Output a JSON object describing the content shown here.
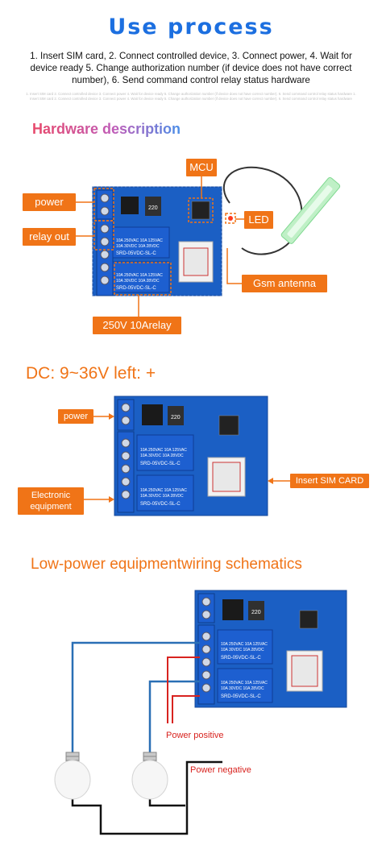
{
  "header": {
    "title": "Use process",
    "steps_text": "1. Insert SIM card, 2. Connect controlled device, 3. Connect power, 4. Wait for device ready 5. Change authorization number (if device does not have correct number), 6. Send command control relay status hardware",
    "faint_text": "1. Insert SIM card 2. Connect controlled device 3. Connect power 4. Wait for device ready 5. Change authorization number (if device does not have correct number). 6. Send command control relay status hardware 1. Insert SIM card 2. Connect controlled device 3. Connect power 4. Wait for device ready 5. Change authorization number (if device does not have correct number). 6. Send command control relay status hardware"
  },
  "hardware": {
    "heading": "Hardware description",
    "labels": {
      "mcu": "MCU",
      "power": "power",
      "relay_out": "relay out",
      "led": "LED",
      "gsm_antenna": "Gsm antenna",
      "relay_spec": "250V 10Arelay"
    }
  },
  "dc": {
    "heading": "DC: 9~36V left: +",
    "labels": {
      "power": "power",
      "electronic_line1": "Electronic",
      "electronic_line2": "equipment",
      "sim": "Insert SIM CARD"
    }
  },
  "lowpower": {
    "heading": "Low-power equipmentwiring schematics",
    "power_positive": "Power positive",
    "power_negative": "Power negative"
  },
  "board": {
    "relay_model": "SRD-05VDC-SL-C",
    "relay_rating1": "10A 250VAC  10A 125VAC",
    "relay_rating2": "10A 30VDC  10A 28VDC",
    "inductor_mark": "220"
  },
  "colors": {
    "accent_orange": "#f07417",
    "title_blue": "#1c6fe0",
    "pcb_blue": "#1b5fc4",
    "relay_blue": "#1d5fd0",
    "wire_red": "#d8231f",
    "wire_blue": "#2a6fb5"
  }
}
